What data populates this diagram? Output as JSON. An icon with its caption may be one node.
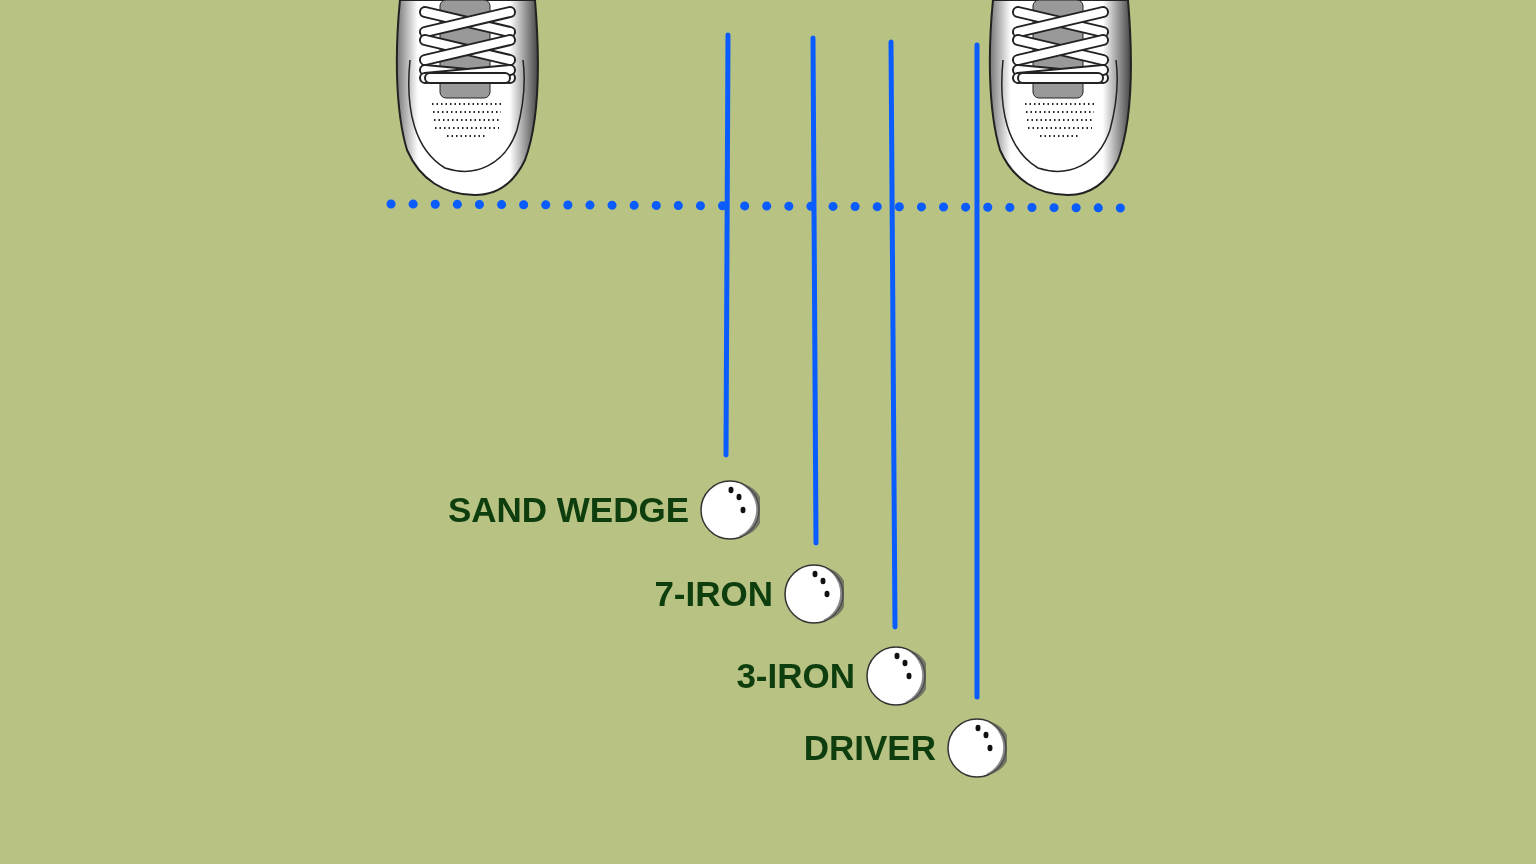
{
  "diagram": {
    "nodes": [
      {
        "text": [],
        "shape": "circle",
        "beside": [
          "SAND WEDGE"
        ]
      },
      {
        "text": [],
        "shape": "circle",
        "beside": [
          "7-IRON"
        ]
      },
      {
        "text": [],
        "shape": "circle",
        "beside": [
          "3-IRON"
        ]
      },
      {
        "text": [],
        "shape": "circle",
        "beside": [
          "DRIVER"
        ]
      }
    ]
  }
}
